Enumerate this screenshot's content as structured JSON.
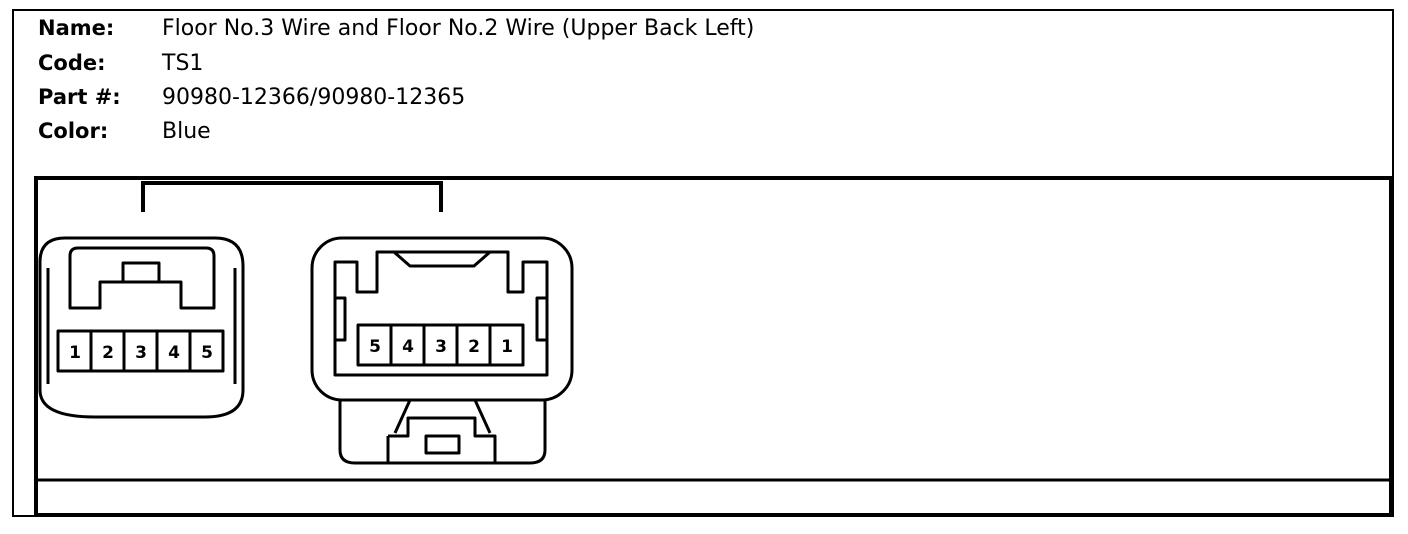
{
  "info": {
    "name_label": "Name:",
    "name_value": "Floor No.3 Wire and Floor No.2 Wire (Upper Back Left)",
    "code_label": "Code:",
    "code_value": "TS1",
    "part_label": "Part #:",
    "part_value": "90980-12366/90980-12365",
    "color_label": "Color:",
    "color_value": "Blue"
  },
  "connector_left": {
    "pins": [
      "1",
      "2",
      "3",
      "4",
      "5"
    ]
  },
  "connector_right": {
    "pins": [
      "5",
      "4",
      "3",
      "2",
      "1"
    ]
  }
}
